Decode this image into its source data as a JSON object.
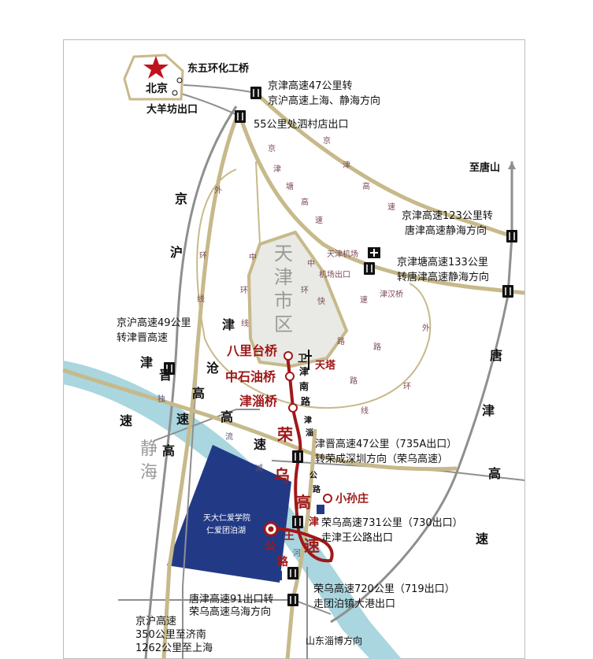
{
  "places": {
    "beijing": "北京",
    "dongwuhuan": "东五环化工桥",
    "dayangfang": "大羊坊出口",
    "to_tangshan": "至唐山",
    "city_name": [
      "天",
      "津",
      "市",
      "区"
    ],
    "jinghai": [
      "静",
      "海"
    ],
    "campus_line1": "天大仁爱学院",
    "campus_line2": "仁爱团泊湖",
    "shandong": "山东淄博方向",
    "airport": "天津机场",
    "airport_exit": "机场出口",
    "jinhanqiao": "津汉桥"
  },
  "bridges": {
    "balitai": "八里台桥",
    "zhongshiyou": "中石油桥",
    "jinziqiao": "津淄桥",
    "tower": "天塔",
    "xiaosunzhuang": "小孙庄"
  },
  "exits": {
    "e1": [
      "京津高速47公里转",
      "京沪高速上海、静海方向"
    ],
    "e2": [
      "55公里处泗村店出口"
    ],
    "e3": [
      "京津高速123公里转",
      "唐津高速静海方向"
    ],
    "e4": [
      "京津塘高速133公里",
      "转唐津高速静海方向"
    ],
    "e5": [
      "京沪高速49公里",
      "转津晋高速"
    ],
    "e6": [
      "津晋高速47公里（735A出口）",
      "转荣成深圳方向（荣乌高速）"
    ],
    "e7": [
      "荣乌高速731公里（730出口）",
      "走津王公路出口"
    ],
    "e8": [
      "荣乌高速720公里（719出口）",
      "走团泊镇大港出口"
    ],
    "e9": [
      "唐津高速91出口转",
      "荣乌高速乌海方向"
    ],
    "e10": [
      "京沪高速",
      "350公里至济南",
      "1262公里至上海"
    ]
  },
  "roads": {
    "jinghu": [
      "京",
      "沪",
      "津",
      "高",
      "速"
    ],
    "jingjin": [
      "京",
      "津",
      "高",
      "速"
    ],
    "jingjintang": [
      "京",
      "津",
      "塘",
      "高",
      "速"
    ],
    "outer_ring_left": [
      "外",
      "环",
      "线"
    ],
    "outer_ring_right": [
      "外",
      "环",
      "线"
    ],
    "middle_ring": [
      "中",
      "环",
      "线"
    ],
    "middle_ring_right": [
      "中",
      "环",
      "快",
      "速",
      "路"
    ],
    "weijinnan": [
      "卫",
      "津",
      "南",
      "路"
    ],
    "jinzi": [
      "津",
      "淄",
      "公",
      "路"
    ],
    "jinjin": [
      "津",
      "晋",
      "高",
      "速"
    ],
    "jingtang2": [
      "沧",
      "高",
      "速"
    ],
    "rongwu": [
      "荣",
      "乌",
      "高",
      "速"
    ],
    "jinwang": [
      "津",
      "王",
      "公",
      "路"
    ],
    "tangjin": [
      "唐",
      "津",
      "高",
      "速"
    ],
    "dulilu": [
      "独",
      "流",
      "减",
      "河"
    ]
  },
  "colors": {
    "highway": "#c7b98a",
    "highway_gray": "#8f8f8f",
    "route": "#a01818",
    "river": "#a9d6df",
    "city": "#e9e9e5",
    "campus": "#223a86"
  }
}
